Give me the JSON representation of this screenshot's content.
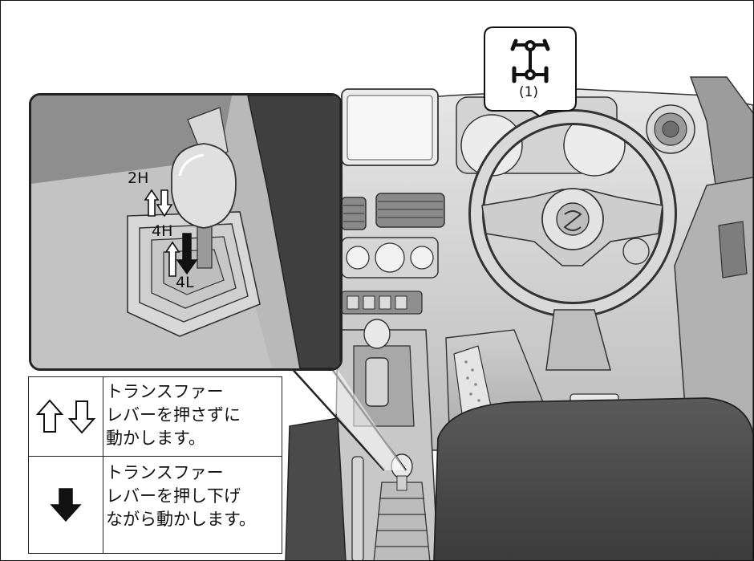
{
  "callout": {
    "label": "(1)",
    "icon": "4wd-drivetrain-icon"
  },
  "inset": {
    "modes": [
      "2H",
      "4H",
      "4L"
    ]
  },
  "legend": {
    "rows": [
      {
        "icon": "up-down-outline-arrows-icon",
        "lines": [
          "トランスファー",
          "レバーを押さずに",
          "動かします。"
        ]
      },
      {
        "icon": "down-solid-arrow-icon",
        "lines": [
          "トランスファー",
          "レバーを押し下げ",
          "ながら動かします。"
        ]
      }
    ]
  }
}
